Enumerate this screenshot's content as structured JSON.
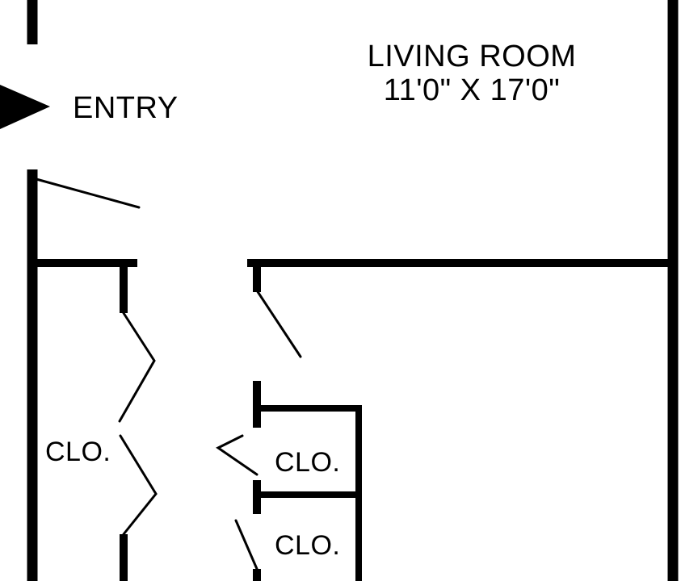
{
  "colors": {
    "background": "#ffffff",
    "ink": "#000000"
  },
  "living_room": {
    "name": "LIVING ROOM",
    "dimensions": "11'0\" X 17'0\""
  },
  "entry": {
    "label": "ENTRY",
    "icon": "entry-arrow-icon"
  },
  "closets": [
    {
      "label": "CLO."
    },
    {
      "label": "CLO."
    },
    {
      "label": "CLO."
    }
  ]
}
